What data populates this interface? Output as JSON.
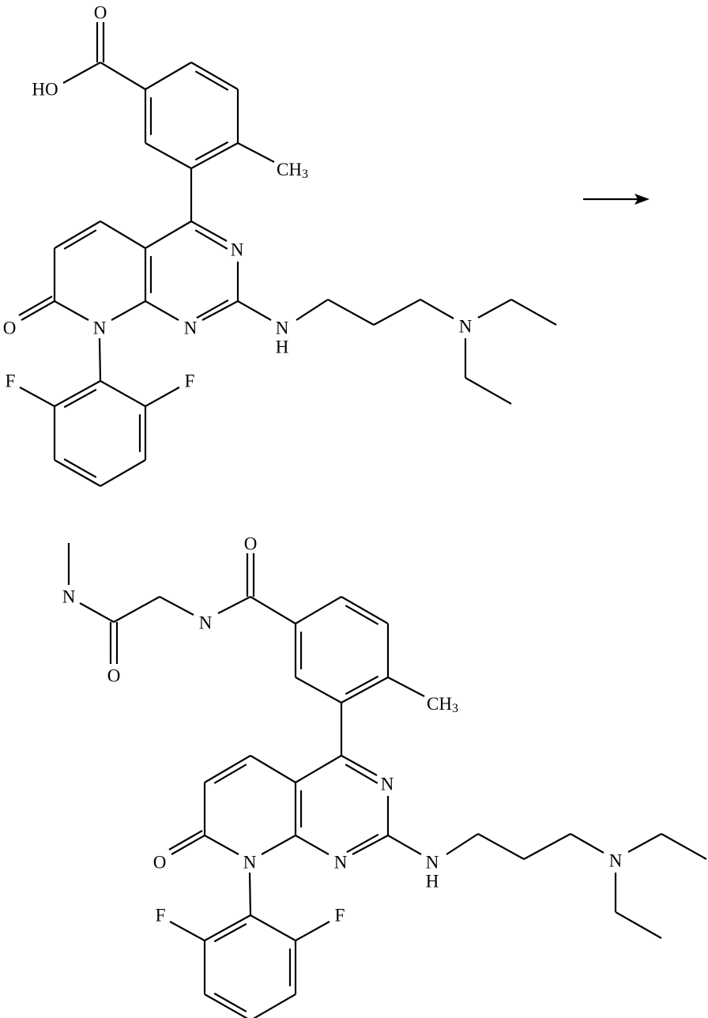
{
  "reactant": {
    "carboxyl_o": "O",
    "hydroxyl": "HO",
    "methyl_main": "CH",
    "methyl_sub": "3",
    "pyrimidine_n3": "N",
    "pyrimidine_n1": "N",
    "pyridone_n8": "N",
    "pyridone_o": "O",
    "amine_n": "N",
    "amine_h": "H",
    "fluoro_left": "F",
    "fluoro_right": "F",
    "diethylamino_n": "N"
  },
  "arrow": {
    "direction": "right",
    "icon": "reaction-arrow"
  },
  "product": {
    "amide_o": "O",
    "amide_n": "N",
    "glycine_o": "O",
    "methylamide_n": "N",
    "methyl_main": "CH",
    "methyl_sub": "3",
    "pyrimidine_n3": "N",
    "pyrimidine_n1": "N",
    "pyridone_n8": "N",
    "pyridone_o": "O",
    "amine_n": "N",
    "amine_h": "H",
    "fluoro_left": "F",
    "fluoro_right": "F",
    "diethylamino_n": "N"
  }
}
